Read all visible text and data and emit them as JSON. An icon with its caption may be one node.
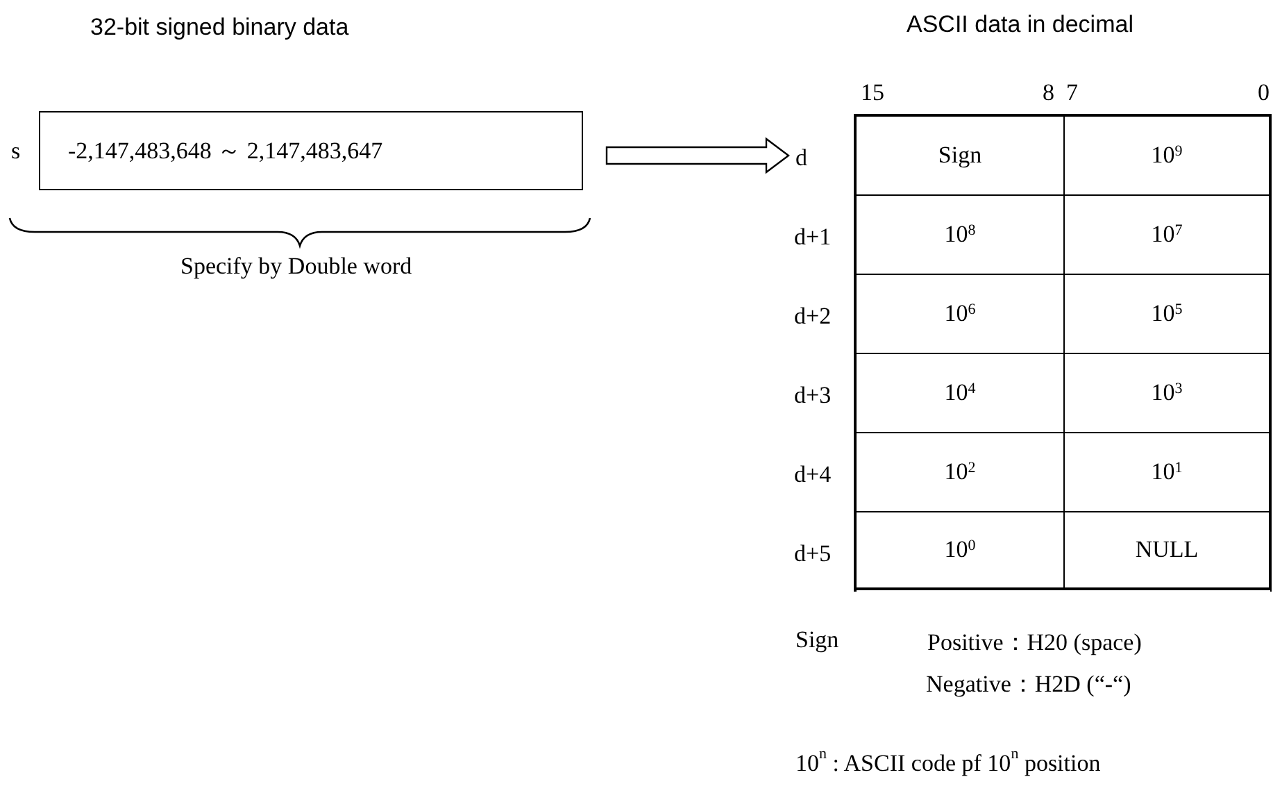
{
  "diagram": {
    "nodes": [
      {
        "text": [
          "32-bit signed binary data",
          "-2,147,483,648 ～ 2,147,483,647"
        ],
        "beside": [
          "s",
          "Specify by Double word"
        ]
      },
      {
        "text": [
          "ASCII data in decimal"
        ],
        "beside": [
          "d",
          "d+1",
          "d+2",
          "d+3",
          "d+4",
          "d+5"
        ]
      },
      {
        "text": [
          "Sign"
        ],
        "in": 1
      },
      {
        "text": [
          "10$^{9}$"
        ],
        "in": 1
      },
      {
        "text": [
          "10$^{8}$"
        ],
        "in": 1
      },
      {
        "text": [
          "10$^{7}$"
        ],
        "in": 1
      },
      {
        "text": [
          "10$^{6}$"
        ],
        "in": 1
      },
      {
        "text": [
          "10$^{5}$"
        ],
        "in": 1
      },
      {
        "text": [
          "10$^{4}$"
        ],
        "in": 1
      },
      {
        "text": [
          "10$^{3}$"
        ],
        "in": 1
      },
      {
        "text": [
          "10$^{2}$"
        ],
        "in": 1
      },
      {
        "text": [
          "10$^{1}$"
        ],
        "in": 1
      },
      {
        "text": [
          "10$^{0}$"
        ],
        "in": 1
      },
      {
        "text": [
          "NULL"
        ],
        "in": 1
      }
    ],
    "edges": [
      {
        "from": 0,
        "to": 1,
        "arrow": "to"
      }
    ],
    "labels": [
      "15",
      "8",
      "7",
      "0",
      "Sign",
      "Positive：H20 (space)",
      "Negative：H2D (“-“)",
      "10$^{n}$ : ASCII code pf 10$^{n}$ position"
    ]
  }
}
